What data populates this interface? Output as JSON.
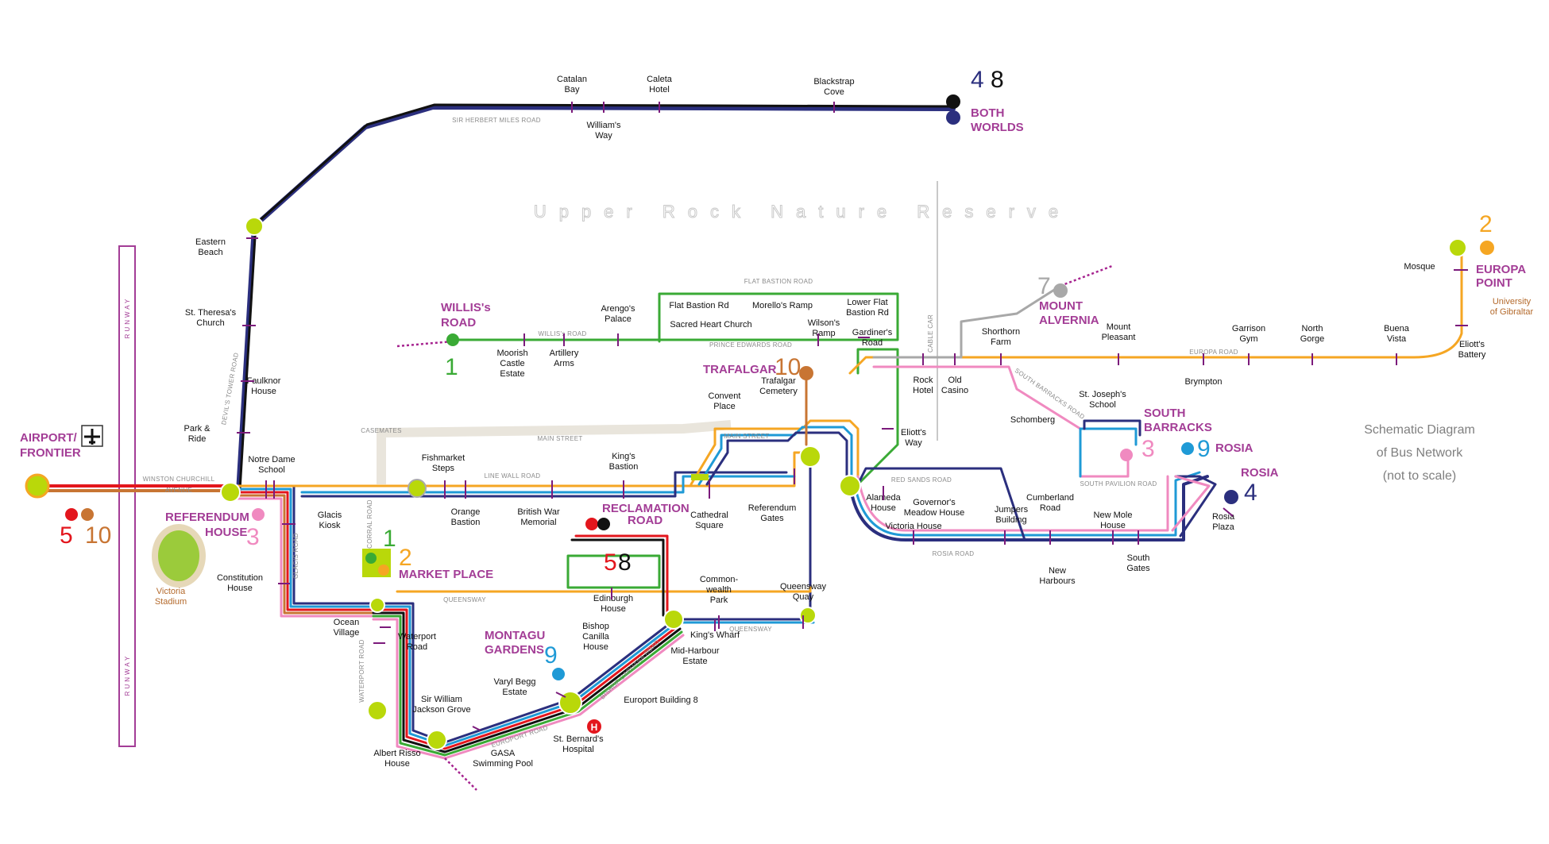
{
  "reserve": "Upper Rock Nature Reserve",
  "runway": "RUNWAY",
  "note": [
    "Schematic Diagram",
    "of Bus Network",
    "(not to scale)"
  ],
  "colors": {
    "r1": "#3aaa35",
    "r2": "#f5a623",
    "r3": "#f08ac0",
    "r4": "#2b2f7e",
    "r5": "#e3161d",
    "r7": "#a8a8a8",
    "r8": "#111111",
    "r9": "#1f9ad6",
    "r10": "#c87533",
    "hub": "#a33d96",
    "lime": "#b9d80a",
    "walk": "#a6238f"
  },
  "hubs": [
    {
      "label": "AIRPORT/",
      "label2": "FRONTIER",
      "nums": [
        "5",
        "10"
      ]
    },
    {
      "label": "REFERENDUM",
      "label2": "HOUSE",
      "nums": [
        "3"
      ]
    },
    {
      "label": "MARKET PLACE",
      "nums": [
        "1",
        "2"
      ]
    },
    {
      "label": "WILLIS's",
      "label2": "ROAD",
      "nums": [
        "1"
      ]
    },
    {
      "label": "BOTH",
      "label2": "WORLDS",
      "nums": [
        "4",
        "8"
      ]
    },
    {
      "label": "RECLAMATION",
      "label2": "ROAD",
      "nums": [
        "5",
        "8"
      ]
    },
    {
      "label": "MONTAGU",
      "label2": "GARDENS",
      "nums": [
        "9"
      ]
    },
    {
      "label": "TRAFALGAR",
      "nums": [
        "10"
      ]
    },
    {
      "label": "MOUNT",
      "label2": "ALVERNIA",
      "nums": [
        "7"
      ]
    },
    {
      "label": "SOUTH",
      "label2": "BARRACKS",
      "nums": [
        "3"
      ]
    },
    {
      "label": "ROSIA",
      "nums": [
        "9"
      ]
    },
    {
      "label": "ROSIA",
      "nums": [
        "4"
      ]
    },
    {
      "label": "EUROPA",
      "label2": "POINT",
      "nums": [
        "2"
      ]
    }
  ],
  "roads": [
    "SIR HERBERT MILES ROAD",
    "WILLIS's ROAD",
    "FLAT BASTION ROAD",
    "PRINCE EDWARDS ROAD",
    "CASEMATES",
    "MAIN STREET",
    "MAIN STREET",
    "LINE WALL ROAD",
    "WINSTON CHURCHILL",
    "AVENUE",
    "DEVIL'S TOWER ROAD",
    "GLACIS ROAD",
    "CORRAL ROAD",
    "QUEENSWAY",
    "QUEENSWAY",
    "WATERPORT ROAD",
    "EUROPORT ROAD",
    "BISHOP CARUANA ROAD",
    "EUROPA ROAD",
    "SOUTH BARRACKS ROAD",
    "SOUTH PAVILION ROAD",
    "RED SANDS ROAD",
    "ROSIA ROAD",
    "CABLE CAR"
  ],
  "stations": [
    {
      "l1": "Catalan",
      "l2": "Bay"
    },
    {
      "l1": "Caleta",
      "l2": "Hotel"
    },
    {
      "l1": "William's",
      "l2": "Way"
    },
    {
      "l1": "Blackstrap",
      "l2": "Cove"
    },
    {
      "l1": "Eastern",
      "l2": "Beach"
    },
    {
      "l1": "St. Theresa's",
      "l2": "Church"
    },
    {
      "l1": "Faulknor",
      "l2": "House"
    },
    {
      "l1": "Park &",
      "l2": "Ride"
    },
    {
      "l1": "Notre Dame",
      "l2": "School"
    },
    {
      "l1": "Glacis",
      "l2": "Kiosk"
    },
    {
      "l1": "Constitution",
      "l2": "House"
    },
    {
      "l1": "Moorish",
      "l2": "Castle",
      "l3": "Estate"
    },
    {
      "l1": "Artillery",
      "l2": "Arms"
    },
    {
      "l1": "Arengo's",
      "l2": "Palace"
    },
    {
      "l1": "Flat Bastion Rd"
    },
    {
      "l1": "Morello's Ramp"
    },
    {
      "l1": "Lower Flat",
      "l2": "Bastion Rd"
    },
    {
      "l1": "Sacred Heart Church"
    },
    {
      "l1": "Wilson's",
      "l2": "Ramp"
    },
    {
      "l1": "Gardiner's",
      "l2": "Road"
    },
    {
      "l1": "Trafalgar",
      "l2": "Cemetery"
    },
    {
      "l1": "Convent",
      "l2": "Place"
    },
    {
      "l1": "Eliott's",
      "l2": "Way"
    },
    {
      "l1": "Fishmarket",
      "l2": "Steps"
    },
    {
      "l1": "Orange",
      "l2": "Bastion"
    },
    {
      "l1": "British War",
      "l2": "Memorial"
    },
    {
      "l1": "King's",
      "l2": "Bastion"
    },
    {
      "l1": "Cathedral",
      "l2": "Square"
    },
    {
      "l1": "Referendum",
      "l2": "Gates"
    },
    {
      "l1": "Alameda",
      "l2": "House"
    },
    {
      "l1": "Governor's",
      "l2": "Meadow House"
    },
    {
      "l1": "Victoria House"
    },
    {
      "l1": "Rock",
      "l2": "Hotel"
    },
    {
      "l1": "Old",
      "l2": "Casino"
    },
    {
      "l1": "Shorthorn",
      "l2": "Farm"
    },
    {
      "l1": "Mount",
      "l2": "Pleasant"
    },
    {
      "l1": "Brympton"
    },
    {
      "l1": "Garrison",
      "l2": "Gym"
    },
    {
      "l1": "North",
      "l2": "Gorge"
    },
    {
      "l1": "Buena",
      "l2": "Vista"
    },
    {
      "l1": "Mosque"
    },
    {
      "l1": "Eliott's",
      "l2": "Battery"
    },
    {
      "l1": "St. Joseph's",
      "l2": "School"
    },
    {
      "l1": "Schomberg"
    },
    {
      "l1": "Cumberland",
      "l2": "Road"
    },
    {
      "l1": "Jumpers",
      "l2": "Building"
    },
    {
      "l1": "New Mole",
      "l2": "House"
    },
    {
      "l1": "New",
      "l2": "Harbours"
    },
    {
      "l1": "South",
      "l2": "Gates"
    },
    {
      "l1": "Rosia",
      "l2": "Plaza"
    },
    {
      "l1": "Edinburgh",
      "l2": "House"
    },
    {
      "l1": "Common-",
      "l2": "wealth",
      "l3": "Park"
    },
    {
      "l1": "Queensway",
      "l2": "Quay"
    },
    {
      "l1": "King's Wharf"
    },
    {
      "l1": "Bishop",
      "l2": "Canilla",
      "l3": "House"
    },
    {
      "l1": "Mid-Harbour",
      "l2": "Estate"
    },
    {
      "l1": "Europort Building 8"
    },
    {
      "l1": "Varyl Begg",
      "l2": "Estate"
    },
    {
      "l1": "St. Bernard's",
      "l2": "Hospital"
    },
    {
      "l1": "Sir William",
      "l2": "Jackson Grove"
    },
    {
      "l1": "GASA",
      "l2": "Swimming Pool"
    },
    {
      "l1": "Albert Risso",
      "l2": "House"
    },
    {
      "l1": "Ocean",
      "l2": "Village"
    },
    {
      "l1": "Waterport",
      "l2": "Road"
    },
    {
      "l1": "Victoria",
      "l2": "Stadium"
    },
    {
      "l1": "University",
      "l2": "of Gibraltar"
    }
  ],
  "icons": {
    "airport": "airplane-icon",
    "hospital": "H",
    "hike": "hiker-icon"
  }
}
